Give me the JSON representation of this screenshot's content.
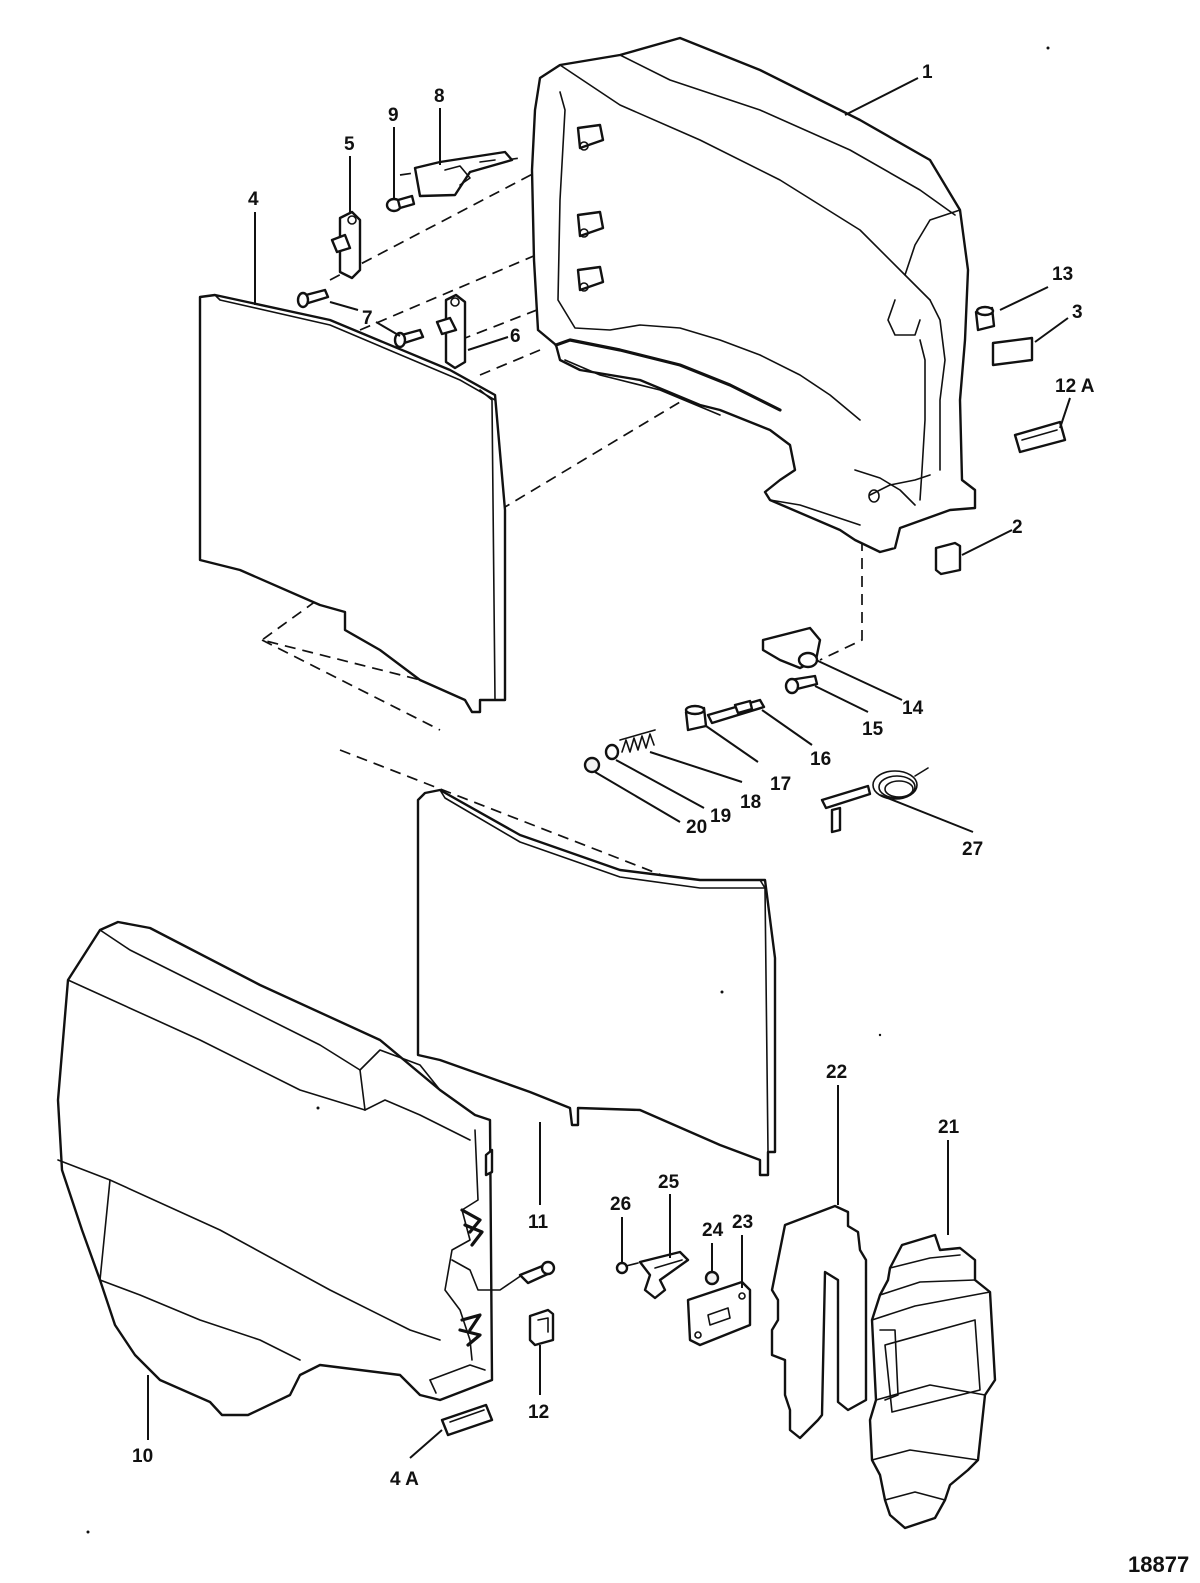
{
  "drawing_number": "18877",
  "callouts": [
    {
      "id": "c1",
      "label": "1"
    },
    {
      "id": "c2",
      "label": "2"
    },
    {
      "id": "c3",
      "label": "3"
    },
    {
      "id": "c4",
      "label": "4"
    },
    {
      "id": "c4a",
      "label": "4 A"
    },
    {
      "id": "c5",
      "label": "5"
    },
    {
      "id": "c6",
      "label": "6"
    },
    {
      "id": "c7",
      "label": "7"
    },
    {
      "id": "c8",
      "label": "8"
    },
    {
      "id": "c9",
      "label": "9"
    },
    {
      "id": "c10",
      "label": "10"
    },
    {
      "id": "c11",
      "label": "11"
    },
    {
      "id": "c12",
      "label": "12"
    },
    {
      "id": "c12a",
      "label": "12 A"
    },
    {
      "id": "c13",
      "label": "13"
    },
    {
      "id": "c14",
      "label": "14"
    },
    {
      "id": "c15",
      "label": "15"
    },
    {
      "id": "c16",
      "label": "16"
    },
    {
      "id": "c17",
      "label": "17"
    },
    {
      "id": "c18",
      "label": "18"
    },
    {
      "id": "c19",
      "label": "19"
    },
    {
      "id": "c20",
      "label": "20"
    },
    {
      "id": "c21",
      "label": "21"
    },
    {
      "id": "c22",
      "label": "22"
    },
    {
      "id": "c23",
      "label": "23"
    },
    {
      "id": "c24",
      "label": "24"
    },
    {
      "id": "c25",
      "label": "25"
    },
    {
      "id": "c26",
      "label": "26"
    },
    {
      "id": "c27",
      "label": "27"
    }
  ]
}
